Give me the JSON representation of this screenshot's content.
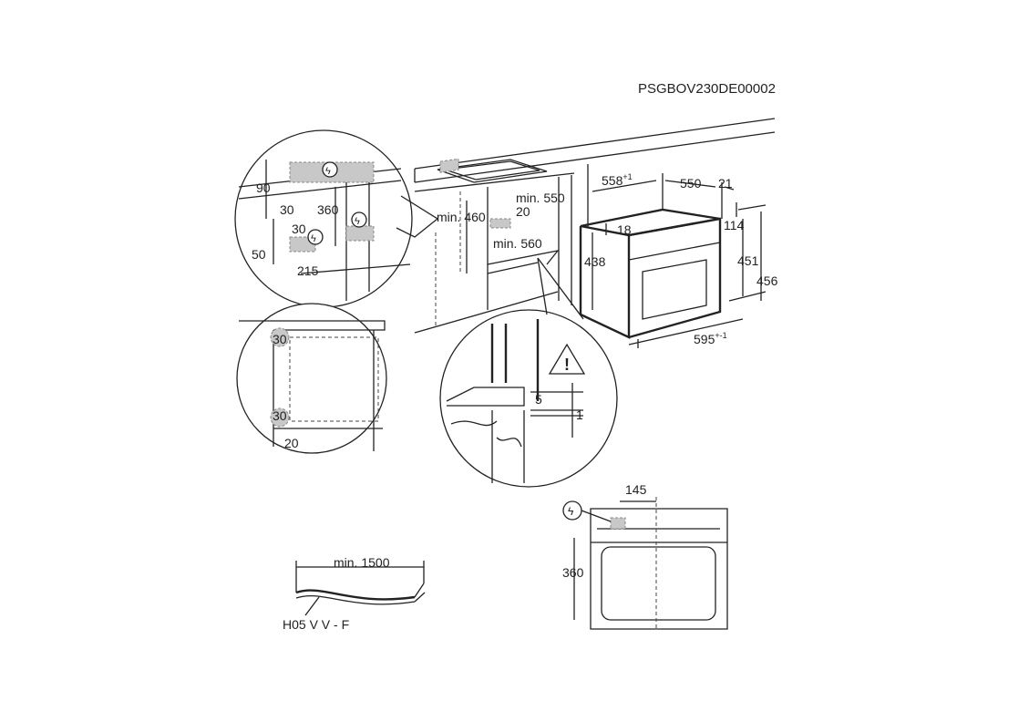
{
  "doc_code": "PSGBOV230DE00002",
  "detail_top": {
    "d90": "90",
    "d30a": "30",
    "d360": "360",
    "d30b": "30",
    "d50": "50",
    "d215": "215"
  },
  "cabinet": {
    "min460": "min. 460",
    "min550": "min. 550",
    "d20": "20",
    "min560": "min. 560"
  },
  "oven": {
    "depth": "558",
    "depth_tol": "+1",
    "d550": "550",
    "d21": "21",
    "d18": "18",
    "d114": "114",
    "d438": "438",
    "d451": "451",
    "d456": "456",
    "width": "595",
    "width_tol": "+-1"
  },
  "detail_side": {
    "d30a": "30",
    "d30b": "30",
    "d20": "20"
  },
  "detail_gap": {
    "d5": "5",
    "d1": "1"
  },
  "connection": {
    "d145": "145",
    "d360": "360"
  },
  "cable": {
    "length": "min. 1500",
    "type": "H05 V V - F"
  }
}
